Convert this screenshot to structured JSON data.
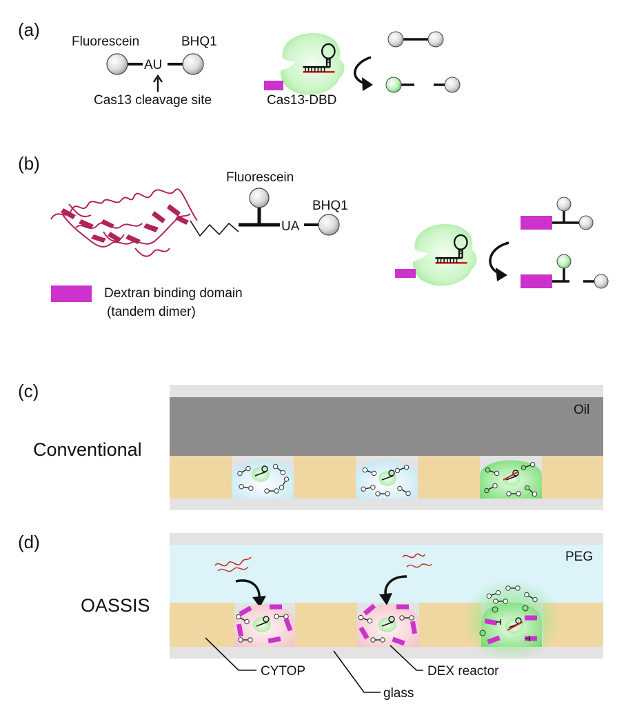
{
  "panel_a": {
    "label": "(a)",
    "fluorophore": "Fluorescein",
    "quencher": "BHQ1",
    "site_letters": "AU",
    "cleavage_site": "Cas13 cleavage site",
    "enzyme": "Cas13-DBD"
  },
  "panel_b": {
    "label": "(b)",
    "fluorophore": "Fluorescein",
    "quencher": "BHQ1",
    "site_letters": "UA",
    "legend_line1": "Dextran binding domain",
    "legend_line2": "(tandem dimer)"
  },
  "panel_c": {
    "label": "(c)",
    "title": "Conventional",
    "phase": "Oil"
  },
  "panel_d": {
    "label": "(d)",
    "title": "OASSIS",
    "phase": "PEG",
    "callout_cytop": "CYTOP",
    "callout_dex": "DEX reactor",
    "callout_glass": "glass"
  },
  "colors": {
    "magenta": "#cc33cc",
    "green_glow": "#7de07d",
    "oil": "#8c8c8c",
    "cytop": "#f0d7a2",
    "peg": "#dcf3fa",
    "glass": "#e2e2e2",
    "rna_red": "#cc2a1e",
    "protein": "#b0245a"
  }
}
